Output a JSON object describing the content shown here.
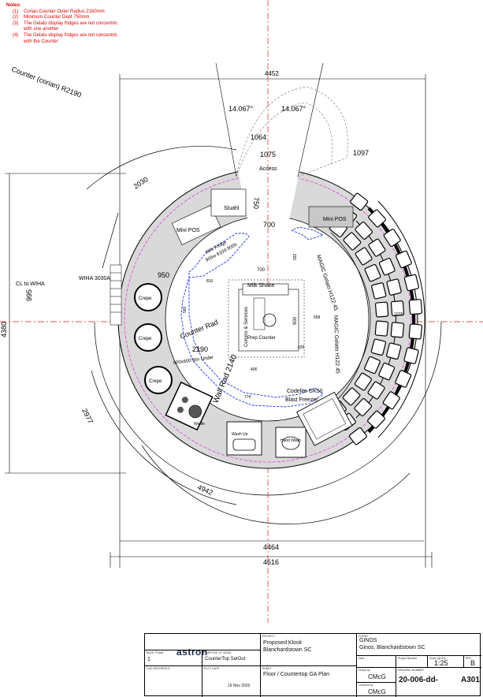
{
  "notes": {
    "heading": "Notes:",
    "items": [
      {
        "num": "(1)",
        "text": "Corian Counter Outer Radius 2160mm"
      },
      {
        "num": "(2)",
        "text": "Minimum Counter Dept 750mm"
      },
      {
        "num": "(3)",
        "text": "The Gelato display fridges are not concentric with one another"
      },
      {
        "num": "(4)",
        "text": "The Gelato display fridges are not concentric with the Counter"
      }
    ]
  },
  "dimensions": {
    "overall_top": "4452",
    "counter_radius": "Counter (corian) R2190",
    "angle_left": "14.067°",
    "angle_right": "14.067°",
    "access_width_1": "1064",
    "access_width_2": "1075",
    "access_label": "Access",
    "right_1097": "1097",
    "left_2030": "2030",
    "dim_750": "750",
    "dim_700_top": "700",
    "dim_700_inner": "700",
    "dim_950": "950",
    "dim_995": "995",
    "height_4380": "4380",
    "dim_2977": "2977",
    "dim_4942": "4942",
    "bottom_4464": "4464",
    "bottom_4616": "4616",
    "dim_900": "900"
  },
  "labels": {
    "sluahl": "Sluahl",
    "mini_pos_left": "Mini POS",
    "mini_pos_right": "Mini POS",
    "milk_fridge": "Milk Fridge",
    "milk_fridge_dims": "905w 610d 900h",
    "milk_shake": "Milk Shake",
    "cl_to_wiha": "CL to WIHA",
    "wiha": "WIHA 3030A",
    "crepe": "Crepe",
    "counter_rad": "Counter Rad",
    "counter_rad_val": "2190",
    "under_text": "900x600 BIn Under",
    "condiments": "Comms & Services",
    "prep_counter": "Prep Counter",
    "gelato_1": "MAGIC Gelato H122 45",
    "gelato_2": "MAGIC Gelato H122 45",
    "wall_rad": "Wall Rad 2140",
    "blast_freezer_1": "Codelite GK50",
    "blast_freezer_2": "Blast Freezer",
    "wash_up": "Wash Up",
    "hand_wash": "Hand Wash",
    "waffle": "Waffle",
    "dim_810": "810",
    "dim_560": "560",
    "dim_774_1": "774",
    "dim_774_2": "774",
    "dim_406": "406",
    "dim_568": "568",
    "dim_592": "592",
    "dim_1078": "1078",
    "dim_636": "636"
  },
  "title_block": {
    "company": "astron",
    "project_label": "PROJECT",
    "project_l1": "Proposed Klosk",
    "project_l2": "Blanchardstown SC",
    "client_label": "CLIENT",
    "client_l1": "GINOS",
    "client_l2": "Ginos, Blanchardstown SC",
    "block_label": "Block / Phase",
    "block_val": "1",
    "purpose_label": "PURPOSE OF ISSUE",
    "purpose_val": "CounterTop SetOut",
    "sheet_label": "SHEET",
    "sheet_val": "Floor / Countertop GA Plan",
    "date_label": "Date",
    "project_number_label": "Project Number",
    "scale_label": "Scale (@ A3)",
    "scale_val": "1:25",
    "rev_label": "REV",
    "rev_val": "B",
    "cad_label": "CAD REFERENCE",
    "plot_label": "PLOT DATE",
    "plot_val": "19 Nov 2020",
    "drawn_label": "Drawn by",
    "drawn_val": "CMcG",
    "checked_label": "Checked by",
    "checked_val": "CMcG",
    "drawing_number_label": "DRAWING NUMBER",
    "drawing_number_val": "20-006-dd-",
    "drawing_sheet": "A301"
  },
  "colors": {
    "magenta": "#e040e0",
    "blue": "#2233dd",
    "red_axis": "#e02020",
    "notes": "#e00000",
    "fill_gray": "#d9d9d9"
  }
}
